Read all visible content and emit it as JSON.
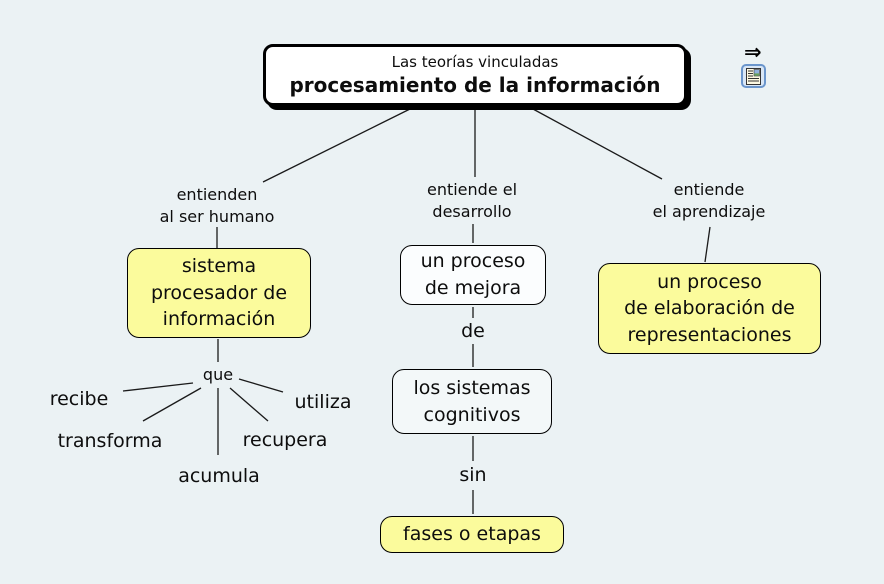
{
  "colors": {
    "background": "#EBF2F4",
    "concept_yellow": "#FBFB9C",
    "concept_pale": "#FBFDFE",
    "root_fill": "#FFFFFF",
    "border": "#000000",
    "line": "#1a1a1a",
    "resource_icon_border": "#6b96cc"
  },
  "root_concept": {
    "line1": "Las teorías vinculadas",
    "line2": "procesamiento de la información"
  },
  "icons": {
    "arrow_glyph": "⇒",
    "resource": "document-image-icon"
  },
  "linking_phrases": {
    "understand_human": {
      "line1": "entienden",
      "line2": "al ser humano"
    },
    "understand_development": {
      "line1": "entiende el",
      "line2": "desarrollo"
    },
    "understand_learning": {
      "line1": "entiende",
      "line2": "el aprendizaje"
    },
    "que": "que",
    "de": "de",
    "sin": "sin"
  },
  "concepts": {
    "information_processor": {
      "line1": "sistema",
      "line2": "procesador de",
      "line3": "información"
    },
    "improvement_process": {
      "line1": "un proceso",
      "line2": "de mejora"
    },
    "cognitive_systems": {
      "line1": "los sistemas",
      "line2": "cognitivos"
    },
    "phases_or_stages": {
      "label": "fases o etapas"
    },
    "representations_process": {
      "line1": "un proceso",
      "line2": "de elaboración de",
      "line3": "representaciones"
    }
  },
  "actions": {
    "recibe": "recibe",
    "transforma": "transforma",
    "acumula": "acumula",
    "recupera": "recupera",
    "utiliza": "utiliza"
  }
}
